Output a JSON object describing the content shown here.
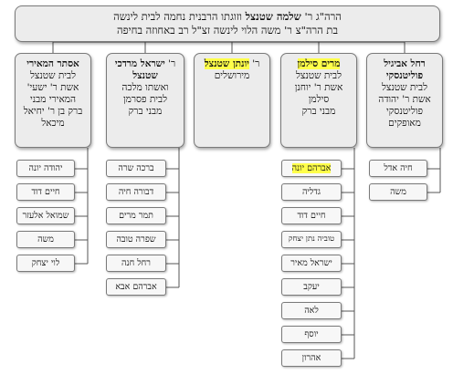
{
  "colors": {
    "highlight": "#ffff4a",
    "box_fill": "#ececec",
    "child_fill": "#f7f7f7",
    "border": "#7a7a7a"
  },
  "root": {
    "line1_pre": "הרה\"ג ר'",
    "line1_name": "שלמה שטנצל",
    "line1_post": "וזוגתו הרבנית נחמה לבית לינשה",
    "line2": "בת הרה\"צ ר' משה הלוי לינשה זצ\"ל רב באחוזה בחיפה"
  },
  "families": [
    {
      "id": "rachel",
      "name": "רחל אביגיל",
      "name2": "פוליטנסקי",
      "details": [
        "לבית שטנצל",
        "אשת ר' יהודה",
        "פוליטנסקי",
        "מאופקים"
      ],
      "children": [
        "חיה אדל",
        "משה"
      ]
    },
    {
      "id": "miriam",
      "name_hl": "מרים סילמן",
      "details": [
        "לבית שטנצל",
        "אשת ר' יוחנן",
        "סילמן",
        "מבני ברק"
      ],
      "children": [
        "אברהם יונה",
        "גדליה",
        "חיים דוד",
        "טוביה נתן יצחק",
        "ישראל מאיר",
        "יעקב",
        "לאה",
        "יוסף",
        "אהרון"
      ],
      "children_highlight": [
        "אברהם יונה"
      ]
    },
    {
      "id": "yonatan",
      "prefix": "ר'",
      "name_hl": "יונתן שטנצל",
      "details": [
        "מירושלים"
      ],
      "children": []
    },
    {
      "id": "yisrael",
      "prefix": "ר'",
      "name": "ישראל מרדכי",
      "name2": "שטנצל",
      "details": [
        "ואשתו מלכה",
        "לבית פסרמן",
        "מבני ברק"
      ],
      "children": [
        "ברכה שרה",
        "דבורה חיה",
        "תמר מרים",
        "שפרה טובה",
        "רחל חנה",
        "אברהם אבא"
      ]
    },
    {
      "id": "esther",
      "name": "אסתר המאירי",
      "details": [
        "לבית שטנצל",
        "אשת ר' ישעי'",
        "המאירי מבני",
        "ברק בן ר' יחיאל",
        "מיכאל"
      ],
      "children": [
        "יהודה יונה",
        "חיים דוד",
        "שמואל אלעזר",
        "משה",
        "לוי יצחק"
      ]
    }
  ]
}
